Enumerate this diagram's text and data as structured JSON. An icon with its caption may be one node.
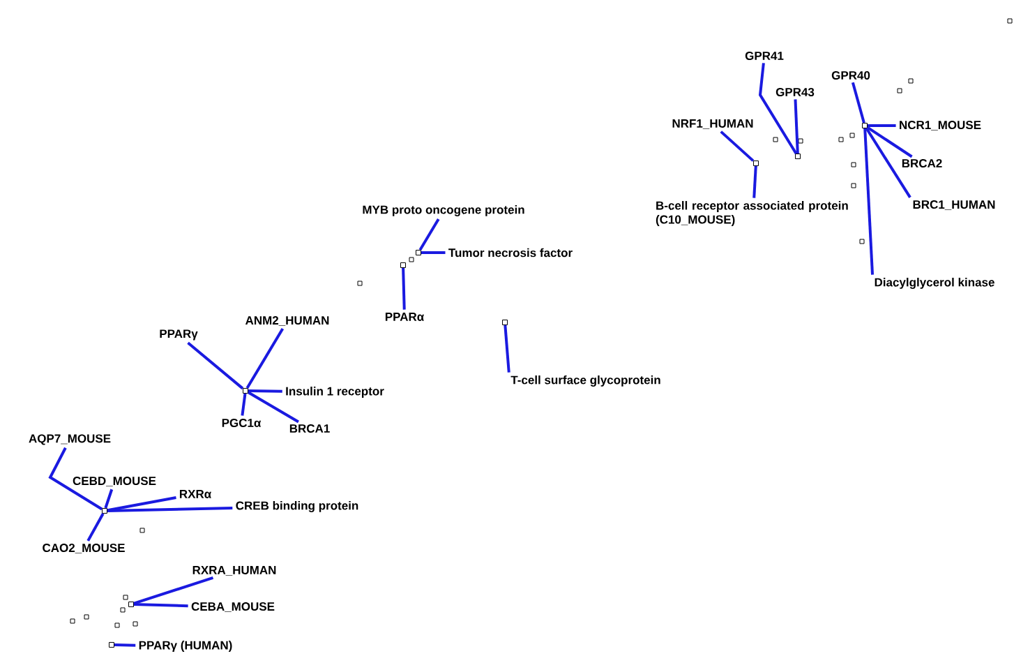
{
  "diagram": {
    "nodes": [
      {
        "text": [
          "GPR41"
        ]
      },
      {
        "text": [
          "GPR43"
        ]
      },
      {
        "text": [
          "GPR40"
        ]
      },
      {
        "text": [
          "NRF1_HUMAN"
        ]
      },
      {
        "text": [
          "NCR1_MOUSE"
        ]
      },
      {
        "text": [],
        "shape": "box"
      },
      {
        "text": [],
        "shape": "box"
      },
      {
        "text": [],
        "shape": "box"
      },
      {
        "text": [
          "BRCA2"
        ]
      },
      {
        "text": [
          "B-cell receptor associated protein (C10_MOUSE)"
        ]
      },
      {
        "text": [
          "BRC1_HUMAN"
        ]
      },
      {
        "text": [
          "MYB proto oncogene protein"
        ]
      },
      {
        "text": [],
        "shape": "box"
      },
      {
        "text": [
          "Tumor necrosis factor"
        ]
      },
      {
        "text": [],
        "shape": "box"
      },
      {
        "text": [
          "Diacylglycerol kinase"
        ]
      },
      {
        "text": [
          "PPARα"
        ]
      },
      {
        "text": [
          "ANM2_HUMAN"
        ]
      },
      {
        "text": [],
        "shape": "box"
      },
      {
        "text": [
          "PPARγ"
        ]
      },
      {
        "text": [
          "T-cell surface glycoprotein"
        ]
      },
      {
        "text": [],
        "shape": "box"
      },
      {
        "text": [
          "Insulin 1 receptor"
        ]
      },
      {
        "text": [
          "PGC1α"
        ]
      },
      {
        "text": [
          "BRCA1"
        ]
      },
      {
        "text": [
          "AQP7_MOUSE"
        ]
      },
      {
        "text": [
          "CEBD_MOUSE"
        ]
      },
      {
        "text": [
          "RXRα"
        ]
      },
      {
        "text": [
          "CREB binding protein"
        ]
      },
      {
        "text": [],
        "shape": "box"
      },
      {
        "text": [
          "CAO2_MOUSE"
        ]
      },
      {
        "text": [
          "RXRA_HUMAN"
        ]
      },
      {
        "text": [],
        "shape": "box"
      },
      {
        "text": [
          "CEBA_MOUSE"
        ]
      },
      {
        "text": [],
        "shape": "box"
      },
      {
        "text": [
          "PPARγ (HUMAN)"
        ]
      }
    ],
    "edges": [
      {
        "from": 0,
        "to": 5,
        "arrow": "none"
      },
      {
        "from": 1,
        "to": 5,
        "arrow": "none"
      },
      {
        "from": 2,
        "to": 6,
        "arrow": "none"
      },
      {
        "from": 3,
        "to": 7,
        "arrow": "none"
      },
      {
        "from": 4,
        "to": 6,
        "arrow": "none"
      },
      {
        "from": 9,
        "to": 7,
        "arrow": "none"
      },
      {
        "from": 8,
        "to": 6,
        "arrow": "none"
      },
      {
        "from": 10,
        "to": 6,
        "arrow": "none"
      },
      {
        "from": 15,
        "to": 6,
        "arrow": "none"
      },
      {
        "from": 11,
        "to": 12,
        "arrow": "none"
      },
      {
        "from": 13,
        "to": 12,
        "arrow": "none"
      },
      {
        "from": 16,
        "to": 14,
        "arrow": "none"
      },
      {
        "from": 20,
        "to": 18,
        "arrow": "none"
      },
      {
        "from": 19,
        "to": 21,
        "arrow": "none"
      },
      {
        "from": 17,
        "to": 21,
        "arrow": "none"
      },
      {
        "from": 22,
        "to": 21,
        "arrow": "none"
      },
      {
        "from": 23,
        "to": 21,
        "arrow": "none"
      },
      {
        "from": 24,
        "to": 21,
        "arrow": "none"
      },
      {
        "from": 25,
        "to": 29,
        "arrow": "none"
      },
      {
        "from": 26,
        "to": 29,
        "arrow": "none"
      },
      {
        "from": 27,
        "to": 29,
        "arrow": "none"
      },
      {
        "from": 28,
        "to": 29,
        "arrow": "none"
      },
      {
        "from": 30,
        "to": 29,
        "arrow": "none"
      },
      {
        "from": 31,
        "to": 32,
        "arrow": "none"
      },
      {
        "from": 33,
        "to": 32,
        "arrow": "none"
      },
      {
        "from": 35,
        "to": 34,
        "arrow": "none"
      }
    ]
  }
}
